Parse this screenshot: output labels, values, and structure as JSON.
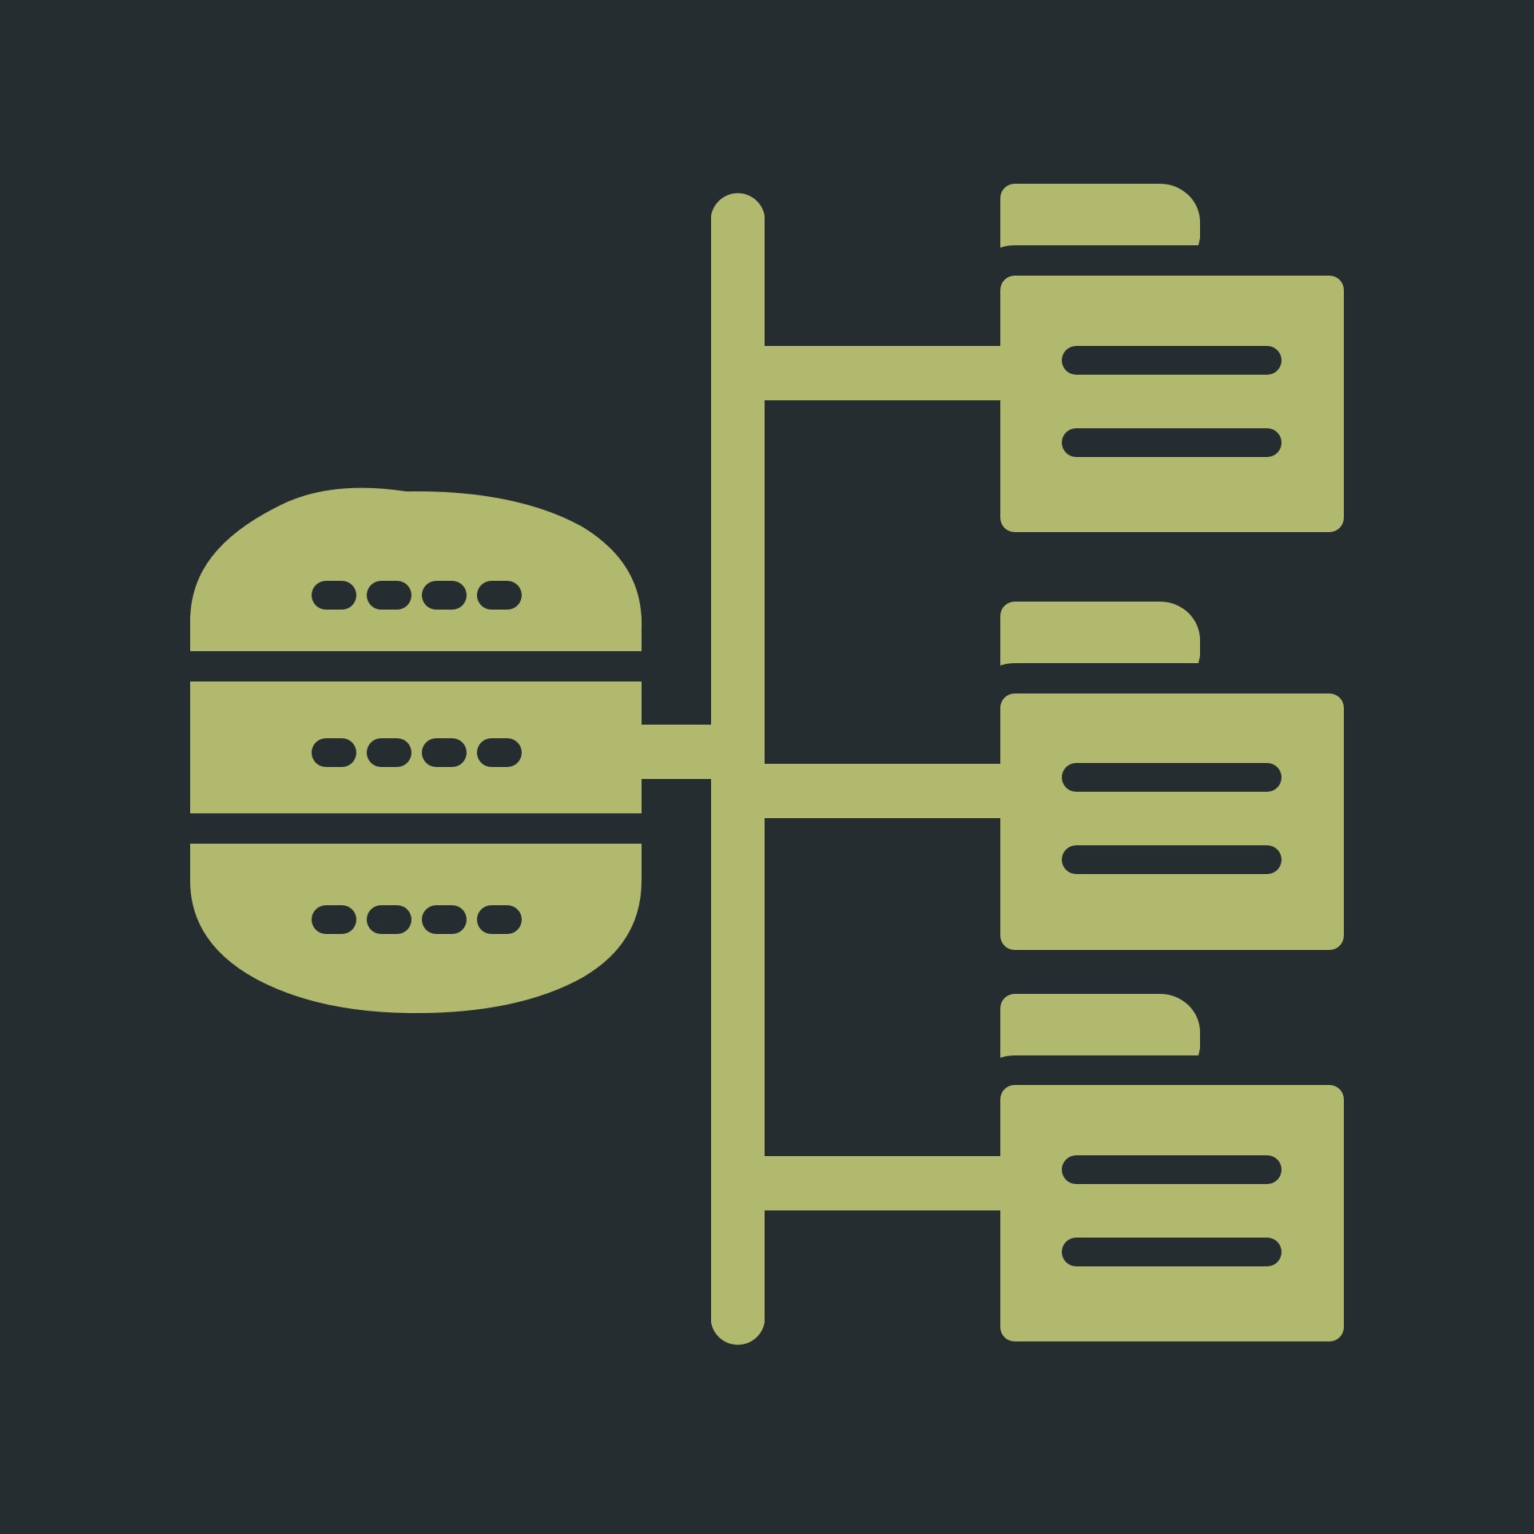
{
  "icon": {
    "name": "database-folder-hierarchy-icon",
    "colors": {
      "background": "#252d30",
      "foreground": "#b1b96f"
    },
    "database": {
      "disk_count": 3,
      "leds_per_disk": 4
    },
    "folders": {
      "count": 3,
      "lines_per_folder": 2
    }
  }
}
